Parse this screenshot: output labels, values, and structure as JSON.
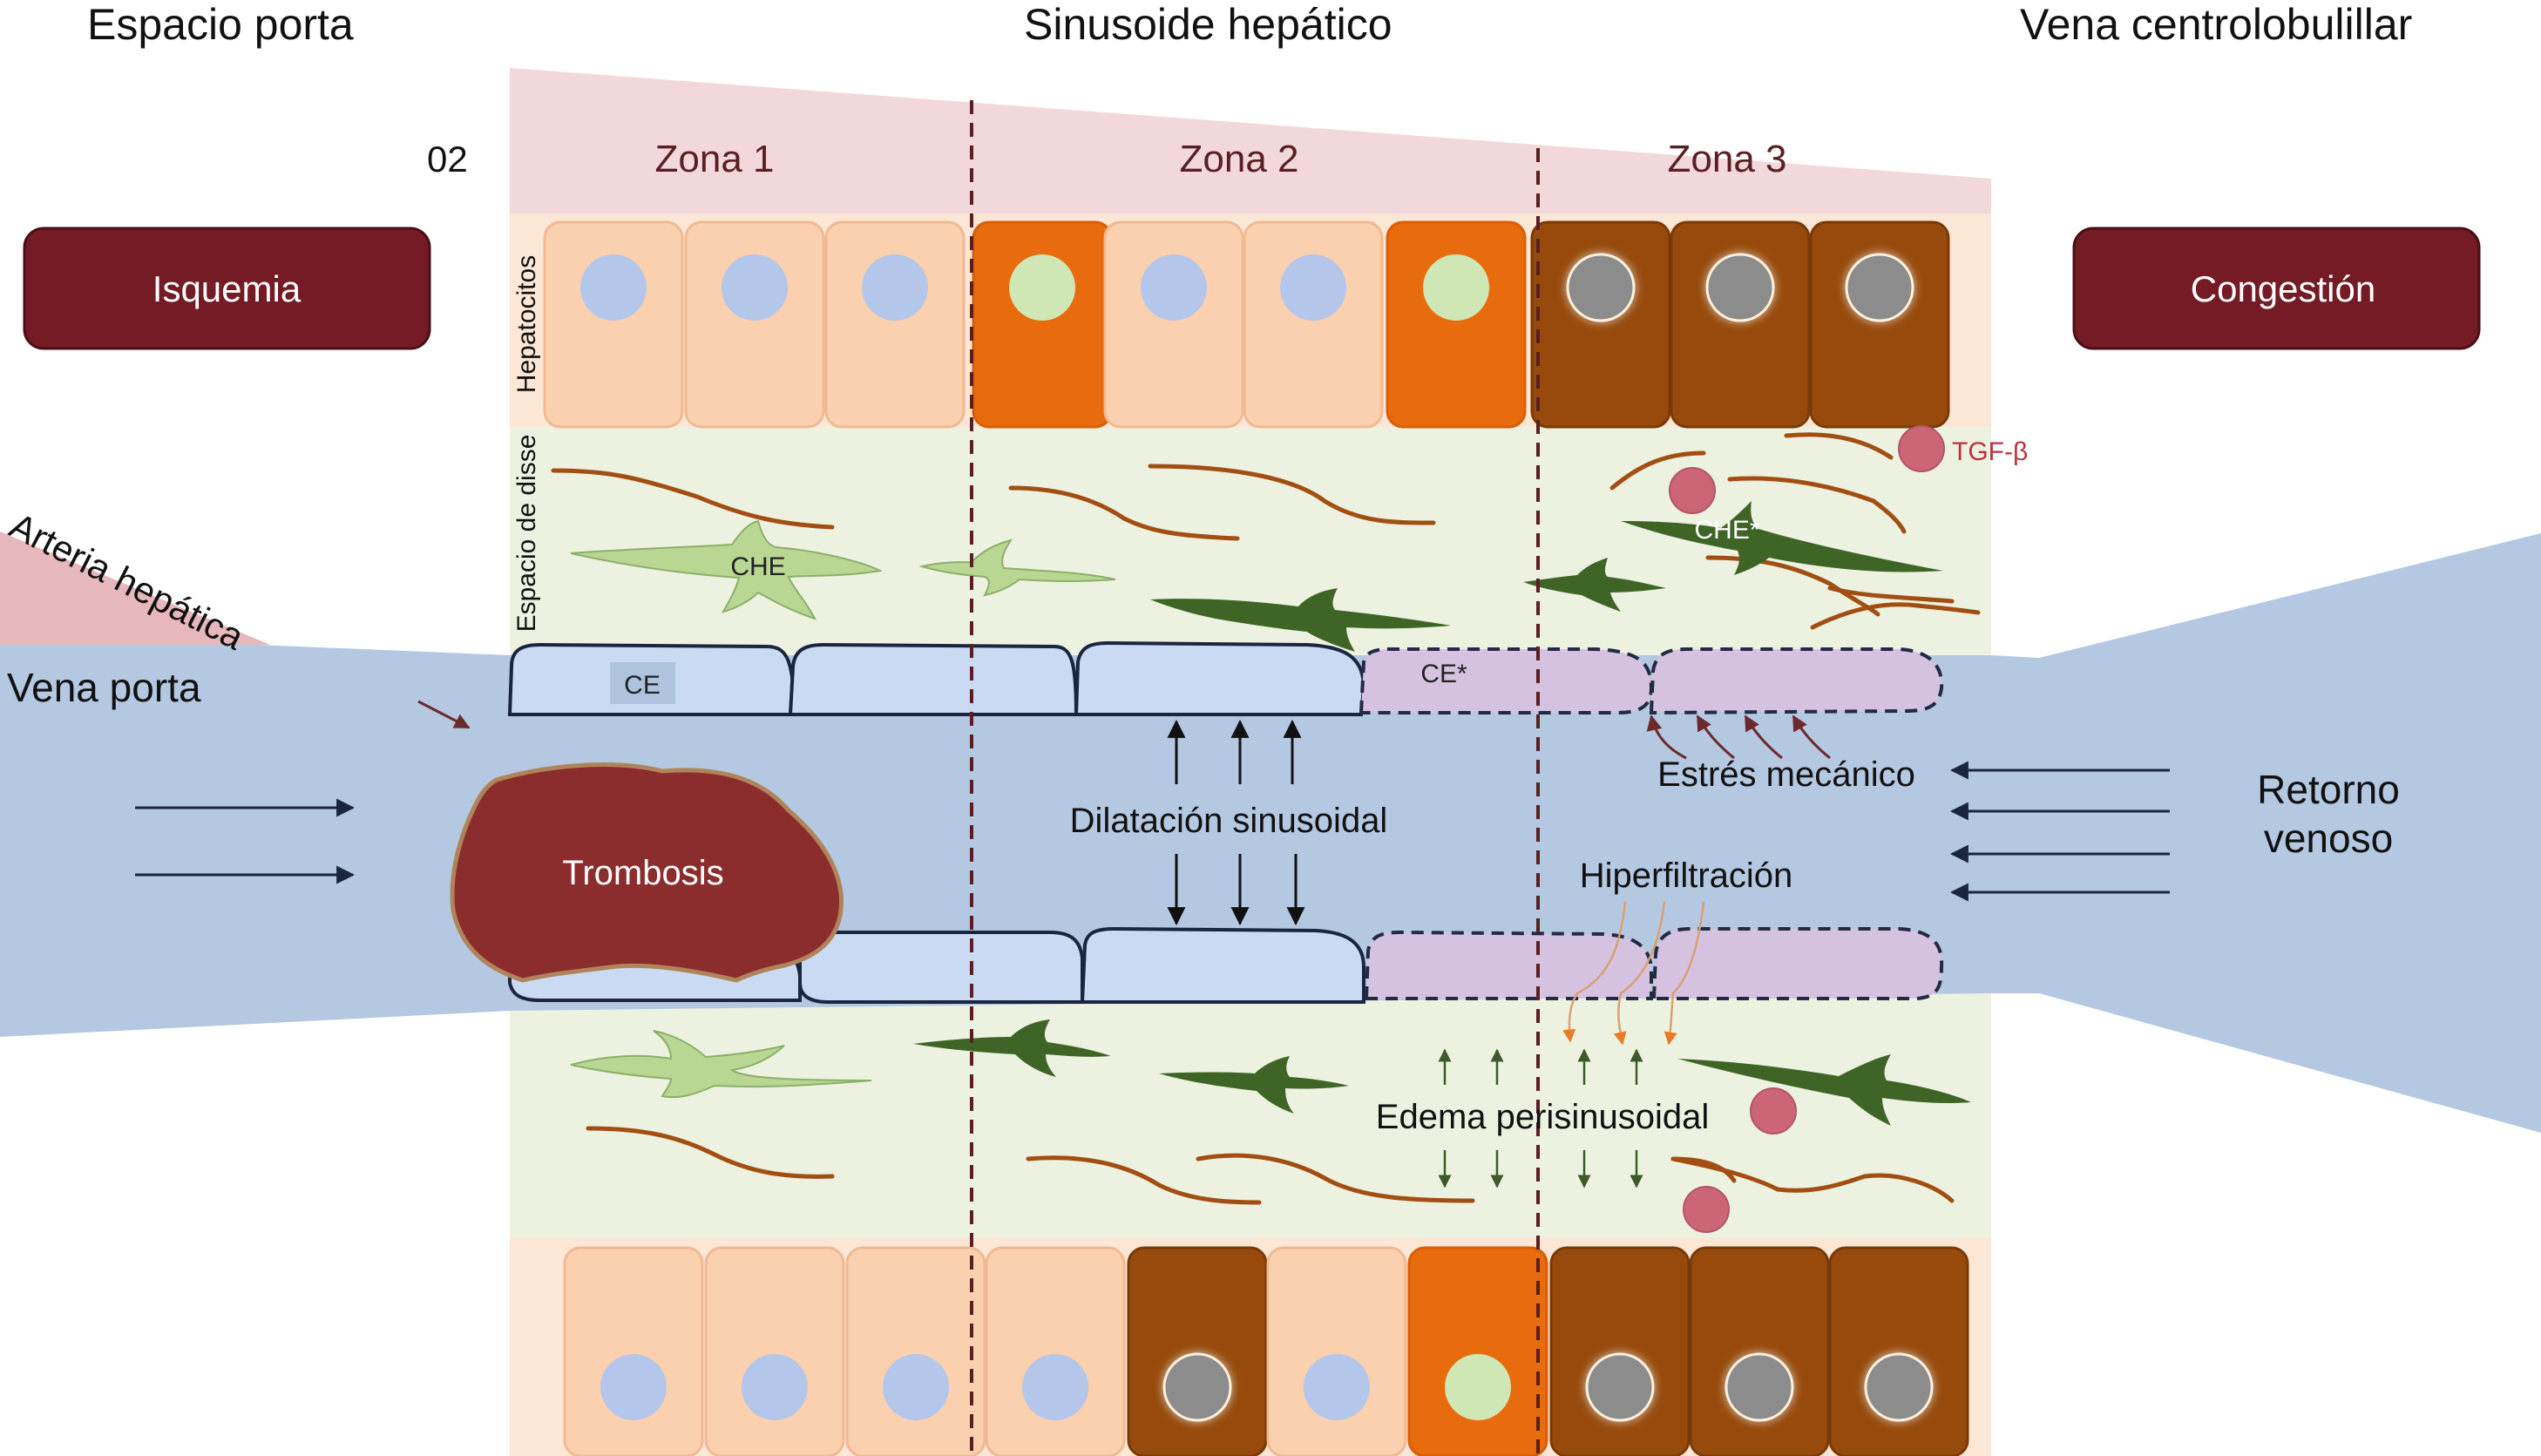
{
  "headers": {
    "left": "Espacio porta",
    "center": "Sinusoide hepático",
    "right": "Vena centrolobulillar"
  },
  "o2_label": "02",
  "zones": [
    "Zona 1",
    "Zona 2",
    "Zona 3"
  ],
  "buttons": {
    "left": "Isquemia",
    "right": "Congestión"
  },
  "vertical_labels": {
    "hepatocytes": "Hepatocitos",
    "disse": "Espacio de disse"
  },
  "vessels": {
    "artery": "Arteria hepática",
    "portal_vein": "Vena porta",
    "venous_return": [
      "Retorno",
      "venoso"
    ]
  },
  "cell_labels": {
    "che": "CHE",
    "che_activated": "CHE*",
    "ce": "CE",
    "ce_activated": "CE*",
    "tgf": "TGF-β",
    "thrombosis": "Trombosis"
  },
  "annotations": {
    "dilation": "Dilatación sinusoidal",
    "mechanical_stress": "Estrés mecánico",
    "hyperfiltration": "Hiperfiltración",
    "edema": "Edema perisinusoidal"
  },
  "colors": {
    "zone_band": "#f2d8da",
    "tissue_top": "#fce7d6",
    "disse_space": "#edf2e0",
    "blood": "#b4c8e1",
    "artery": "#e6b7bb",
    "hepatocyte_normal": "#fad0ae",
    "hepatocyte_stressed": "#e86c0e",
    "hepatocyte_necrotic": "#974a0c",
    "nucleus_normal": "#b4c6ea",
    "nucleus_stressed": "#cfe7b4",
    "nucleus_necrotic": "#8c8c8c",
    "button_fill": "#741b26",
    "endothelial": "#c9daf2",
    "endothelial_activated": "#d5c2e0",
    "thrombus": "#8c2d2d",
    "collagen": "#a24e12",
    "stellate_quiescent": "#b9d692",
    "stellate_activated": "#3e6526",
    "tgf_beta": "#cc6677",
    "arrow_dark": "#1a2540",
    "arrow_orange": "#ea7a24"
  },
  "top_hepatocytes": [
    {
      "type": "normal"
    },
    {
      "type": "normal"
    },
    {
      "type": "normal"
    },
    {
      "type": "stressed"
    },
    {
      "type": "normal"
    },
    {
      "type": "normal"
    },
    {
      "type": "stressed"
    },
    {
      "type": "necrotic"
    },
    {
      "type": "necrotic"
    },
    {
      "type": "necrotic"
    }
  ],
  "bottom_hepatocytes": [
    {
      "type": "normal"
    },
    {
      "type": "normal"
    },
    {
      "type": "normal"
    },
    {
      "type": "normal"
    },
    {
      "type": "necrotic"
    },
    {
      "type": "normal"
    },
    {
      "type": "stressed"
    },
    {
      "type": "necrotic"
    },
    {
      "type": "necrotic"
    },
    {
      "type": "necrotic"
    }
  ]
}
